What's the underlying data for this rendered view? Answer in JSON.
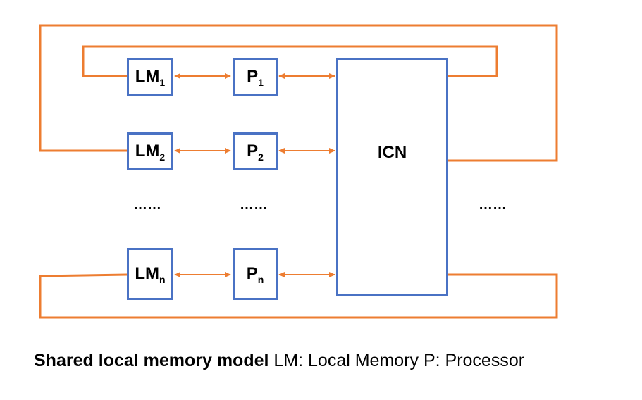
{
  "diagram": {
    "icn_label": "ICN",
    "rows": [
      {
        "lm_base": "LM",
        "lm_sub": "1",
        "p_base": "P",
        "p_sub": "1"
      },
      {
        "lm_base": "LM",
        "lm_sub": "2",
        "p_base": "P",
        "p_sub": "2"
      },
      {
        "lm_base": "LM",
        "lm_sub": "n",
        "p_base": "P",
        "p_sub": "n"
      }
    ],
    "ellipsis_lm": "……",
    "ellipsis_p": "……",
    "ellipsis_right": "……",
    "colors": {
      "box_border": "#4a72c4",
      "wire": "#ed7d31"
    }
  },
  "caption": {
    "title": "Shared local memory model",
    "legend": " LM: Local Memory  P: Processor"
  }
}
